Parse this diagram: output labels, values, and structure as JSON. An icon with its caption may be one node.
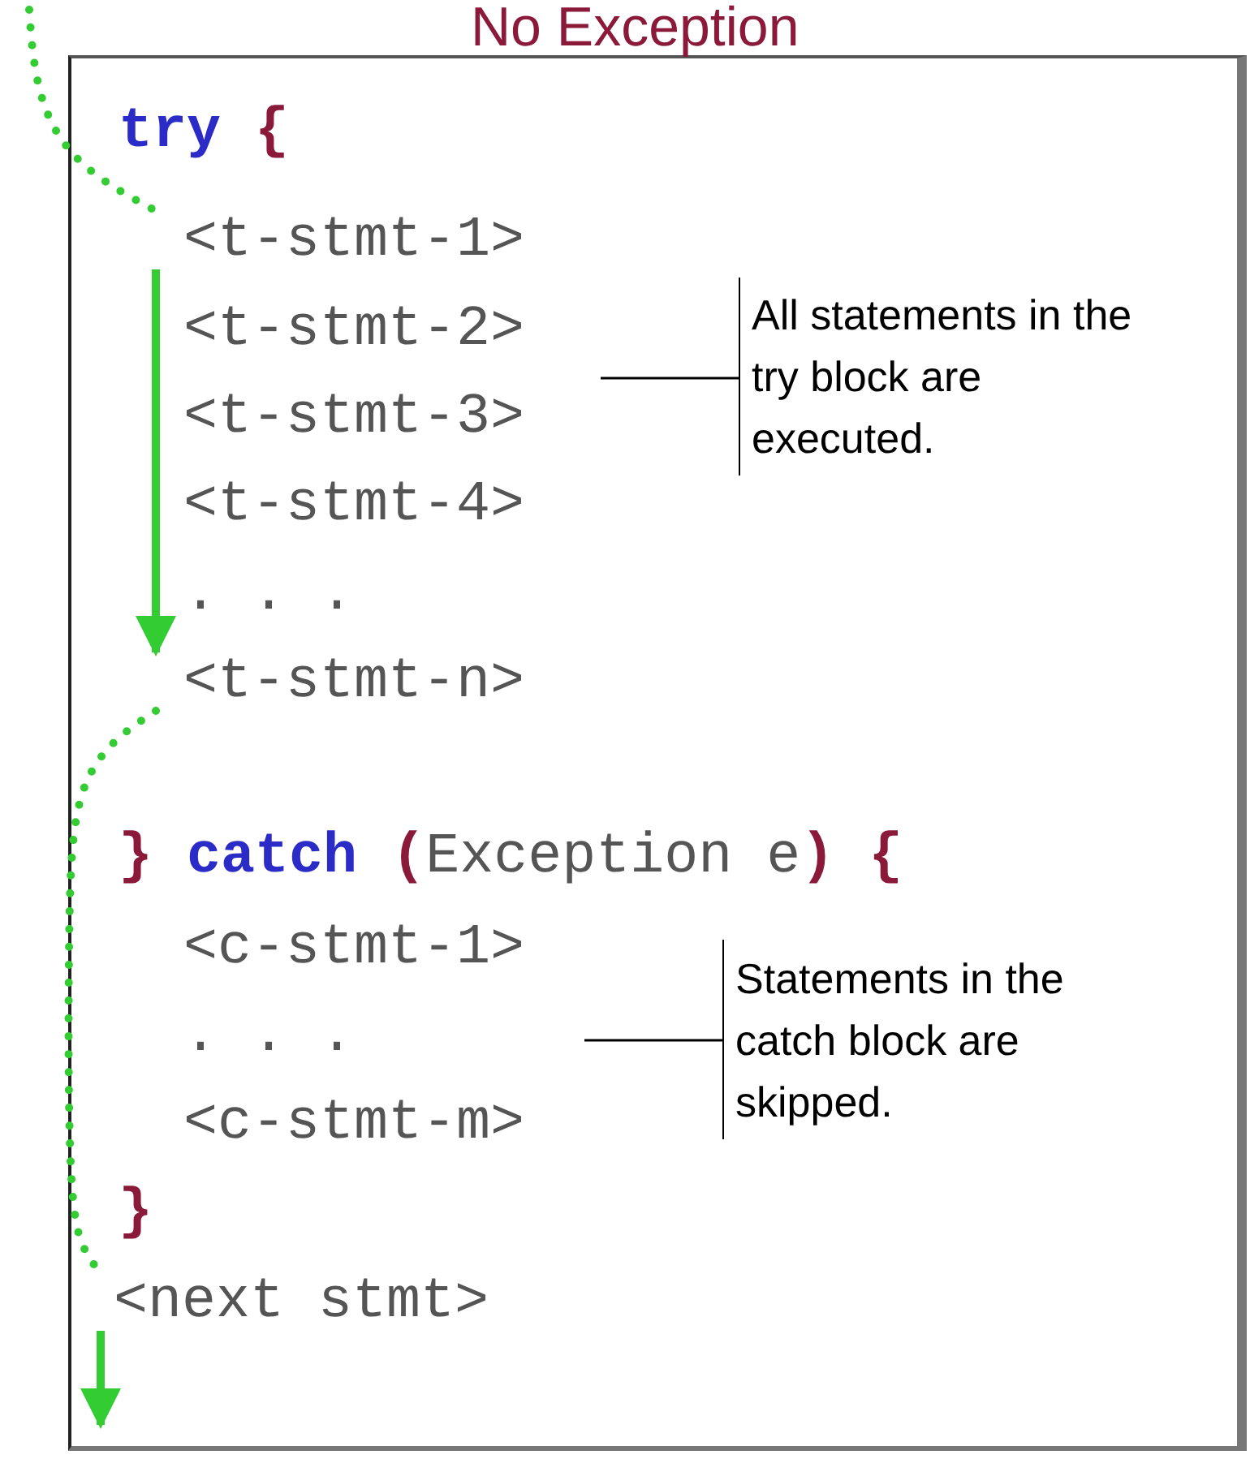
{
  "diagram": {
    "title": "No Exception",
    "nodes": [
      {
        "text": [],
        "shape": "box"
      },
      {
        "text": [
          "<t-stmt-1>"
        ],
        "in": 0
      },
      {
        "text": [
          "<t-stmt-n>"
        ],
        "in": 0
      },
      {
        "text": [
          "<next stmt>"
        ],
        "in": 0
      },
      {
        "text": [
          "All statements in the try block are executed."
        ],
        "in": 0
      },
      {
        "text": [
          "Statements in the catch block are skipped."
        ],
        "in": 0
      }
    ],
    "edges": [
      {
        "from": null,
        "to": 1,
        "arrow": "none",
        "style": "dashed"
      },
      {
        "from": 1,
        "to": 2,
        "arrow": "to"
      },
      {
        "from": 2,
        "to": 3,
        "arrow": "none",
        "style": "dashed"
      },
      {
        "from": 3,
        "to": null,
        "arrow": "to"
      },
      {
        "from": 4,
        "to": null,
        "arrow": "none",
        "color": "#000000"
      },
      {
        "from": 5,
        "to": null,
        "arrow": "none",
        "color": "#000000"
      }
    ],
    "labels": [
      "**try** **{**",
      "<t-stmt-2>",
      "<t-stmt-3>",
      "<t-stmt-4>",
      ". . .",
      "**}** **catch** **(**Exception e**)** **{**",
      "<c-stmt-1>",
      ". . .",
      "<c-stmt-m>",
      "**}**"
    ]
  }
}
